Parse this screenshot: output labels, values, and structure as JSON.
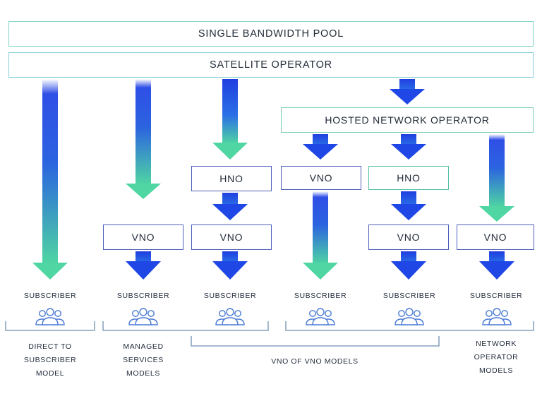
{
  "title_pool": "SINGLE BANDWIDTH POOL",
  "satellite_operator": "SATELLITE OPERATOR",
  "hosted_network_operator": "HOSTED NETWORK OPERATOR",
  "nodes": {
    "hno1": "HNO",
    "hno2": "HNO",
    "vno_top": "VNO",
    "vno1": "VNO",
    "vno2": "VNO",
    "vno3": "VNO",
    "vno4": "VNO"
  },
  "subscriber_label": "SUBSCRIBER",
  "subscribers": [
    "SUBSCRIBER",
    "SUBSCRIBER",
    "SUBSCRIBER",
    "SUBSCRIBER",
    "SUBSCRIBER",
    "SUBSCRIBER"
  ],
  "models": {
    "direct": [
      "DIRECT TO",
      "SUBSCRIBER",
      "MODEL"
    ],
    "managed": [
      "MANAGED",
      "SERVICES",
      "MODELS"
    ],
    "vno_of_vno": "VNO OF VNO MODELS",
    "network": [
      "NETWORK",
      "OPERATOR",
      "MODELS"
    ]
  },
  "colors": {
    "arrow_top": "#1f3fe0",
    "arrow_bottom": "#4fd6a2",
    "arrow_blue": "#1e47e6",
    "bracket": "#6f8fb0",
    "icon": "#4a7ad6"
  }
}
